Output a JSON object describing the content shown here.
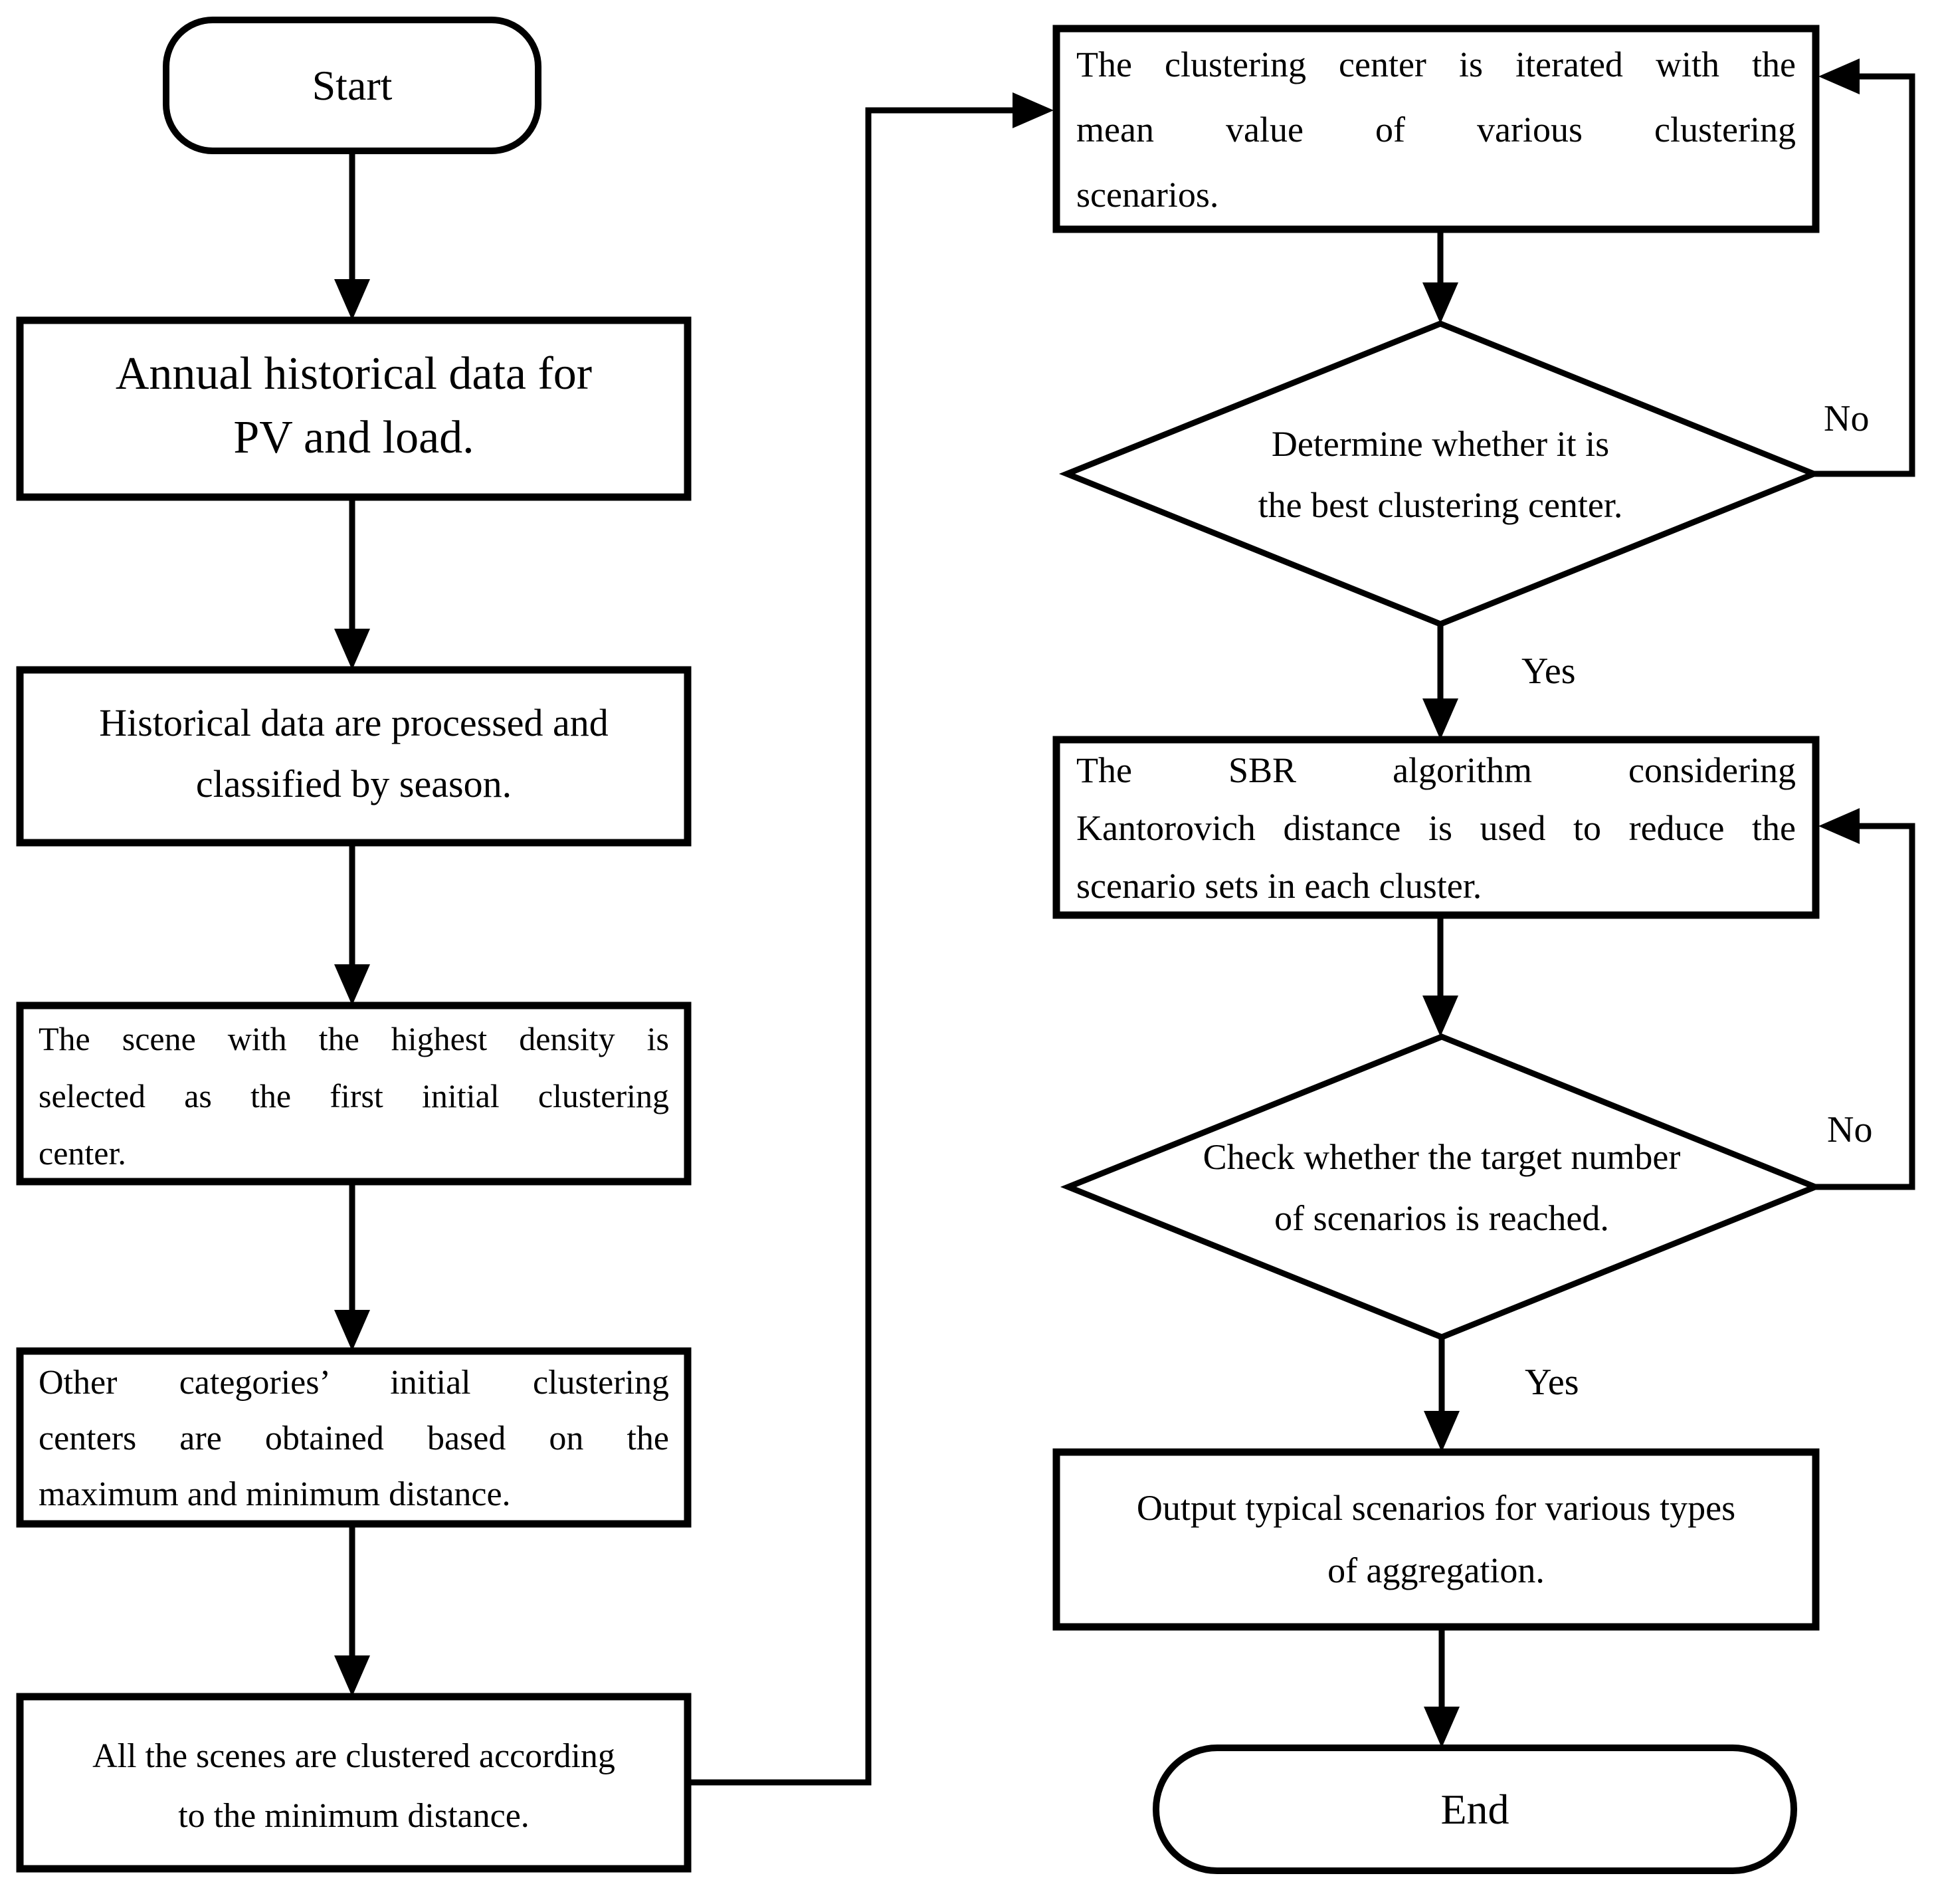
{
  "nodes": {
    "start": {
      "label": "Start"
    },
    "annual": {
      "lines": [
        "Annual historical data for",
        "PV and load."
      ]
    },
    "historical": {
      "lines": [
        "Historical data are processed and",
        "classified by season."
      ]
    },
    "scene": {
      "lines": [
        "The scene with the highest density is",
        "selected as the first initial clustering",
        "center."
      ]
    },
    "other": {
      "lines": [
        "Other categories’ initial clustering",
        "centers are obtained based on the",
        "maximum and minimum distance."
      ]
    },
    "all_scenes": {
      "lines": [
        "All the scenes are clustered according",
        "to the minimum distance."
      ]
    },
    "iterate": {
      "lines": [
        "The clustering center is iterated with the",
        "mean value of various clustering",
        "scenarios."
      ]
    },
    "best_center": {
      "lines": [
        "Determine whether it is",
        "the best clustering center."
      ]
    },
    "sbr": {
      "lines": [
        "The SBR algorithm considering",
        "Kantorovich distance is used to reduce the",
        "scenario sets in each cluster."
      ]
    },
    "target": {
      "lines": [
        "Check whether the target number",
        "of scenarios is reached."
      ]
    },
    "output": {
      "lines": [
        "Output typical scenarios for various types",
        "of aggregation."
      ]
    },
    "end": {
      "label": "End"
    }
  },
  "labels": {
    "yes1": "Yes",
    "no1": "No",
    "yes2": "Yes",
    "no2": "No"
  },
  "colors": {
    "stroke": "#000000",
    "fill": "#ffffff",
    "background": "#ffffff"
  }
}
